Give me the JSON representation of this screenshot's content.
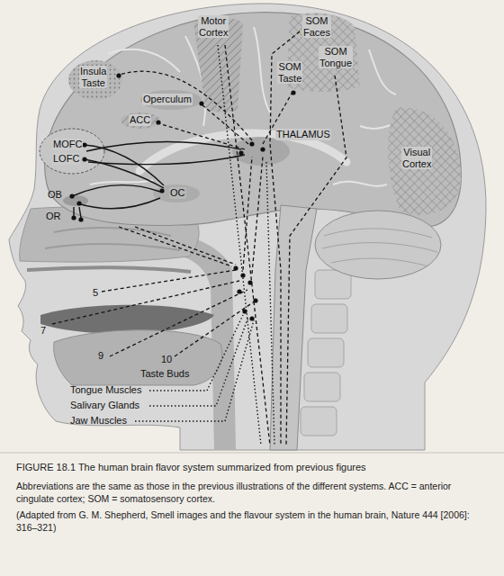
{
  "diagram": {
    "title": "FIGURE 18.1 The human brain flavor system summarized from previous figures",
    "caption": "Abbreviations are the same as those in the previous illustrations of the different systems. ACC = anterior cingulate cortex; SOM = somatosensory cortex.",
    "labels": [
      "Motor Cortex",
      "SOM Faces",
      "SOM Tongue",
      "Insula Taste",
      "SOM Taste",
      "Operculum",
      "ACC",
      "THALAMUS",
      "MOFC",
      "LOFC",
      "Visual Cortex",
      "OB",
      "OC",
      "OR",
      "5",
      "7",
      "9",
      "10",
      "Taste Buds",
      "Tongue Muscles",
      "Salivary Glands",
      "Jaw Muscles",
      "(Adapted from G. M. Shepherd, Smell images and the flavour system in the human brain, Nature 444 [2006]: 316–321)"
    ]
  }
}
